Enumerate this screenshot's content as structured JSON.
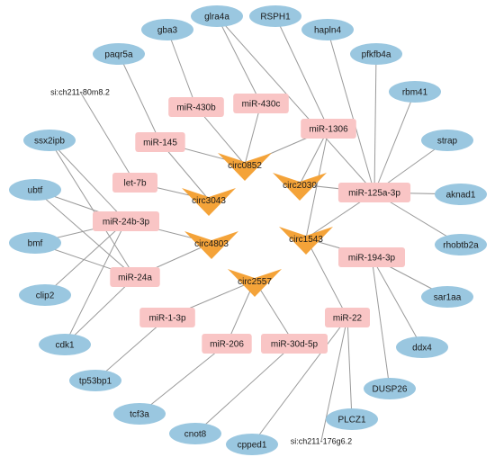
{
  "network": {
    "genes": [
      {
        "id": "glra4a",
        "label": "glra4a"
      },
      {
        "id": "RSPH1",
        "label": "RSPH1"
      },
      {
        "id": "gba3",
        "label": "gba3"
      },
      {
        "id": "hapln4",
        "label": "hapln4"
      },
      {
        "id": "paqr5a",
        "label": "paqr5a"
      },
      {
        "id": "pfkfb4a",
        "label": "pfkfb4a"
      },
      {
        "id": "sich211-80m8",
        "label": "si:ch211-80m8.2"
      },
      {
        "id": "rbm41",
        "label": "rbm41"
      },
      {
        "id": "ssx2ipb",
        "label": "ssx2ipb"
      },
      {
        "id": "strap",
        "label": "strap"
      },
      {
        "id": "ubtf",
        "label": "ubtf"
      },
      {
        "id": "aknad1",
        "label": "aknad1"
      },
      {
        "id": "bmf",
        "label": "bmf"
      },
      {
        "id": "rhobtb2a",
        "label": "rhobtb2a"
      },
      {
        "id": "clip2",
        "label": "clip2"
      },
      {
        "id": "sar1aa",
        "label": "sar1aa"
      },
      {
        "id": "cdk1",
        "label": "cdk1"
      },
      {
        "id": "ddx4",
        "label": "ddx4"
      },
      {
        "id": "tp53bp1",
        "label": "tp53bp1"
      },
      {
        "id": "DUSP26",
        "label": "DUSP26"
      },
      {
        "id": "tcf3a",
        "label": "tcf3a"
      },
      {
        "id": "PLCZ1",
        "label": "PLCZ1"
      },
      {
        "id": "cnot8",
        "label": "cnot8"
      },
      {
        "id": "cpped1",
        "label": "cpped1"
      },
      {
        "id": "sich211-176g6",
        "label": "si:ch211-176g6.2"
      }
    ],
    "mirnas": [
      {
        "id": "miR-430b",
        "label": "miR-430b"
      },
      {
        "id": "miR-430c",
        "label": "miR-430c"
      },
      {
        "id": "miR-1306",
        "label": "miR-1306"
      },
      {
        "id": "miR-145",
        "label": "miR-145"
      },
      {
        "id": "let-7b",
        "label": "let-7b"
      },
      {
        "id": "miR-125a-3p",
        "label": "miR-125a-3p"
      },
      {
        "id": "miR-24b-3p",
        "label": "miR-24b-3p"
      },
      {
        "id": "miR-194-3p",
        "label": "miR-194-3p"
      },
      {
        "id": "miR-24a",
        "label": "miR-24a"
      },
      {
        "id": "miR-1-3p",
        "label": "miR-1-3p"
      },
      {
        "id": "miR-22",
        "label": "miR-22"
      },
      {
        "id": "miR-206",
        "label": "miR-206"
      },
      {
        "id": "miR-30d-5p",
        "label": "miR-30d-5p"
      }
    ],
    "circrnas": [
      {
        "id": "circ0852",
        "label": "circ0852"
      },
      {
        "id": "circ2030",
        "label": "circ2030"
      },
      {
        "id": "circ3043",
        "label": "circ3043"
      },
      {
        "id": "circ1543",
        "label": "circ1543"
      },
      {
        "id": "circ4803",
        "label": "circ4803"
      },
      {
        "id": "circ2557",
        "label": "circ2557"
      }
    ],
    "edges": [
      [
        "gba3",
        "miR-430b"
      ],
      [
        "glra4a",
        "miR-430c"
      ],
      [
        "RSPH1",
        "miR-1306"
      ],
      [
        "paqr5a",
        "miR-145"
      ],
      [
        "sich211-80m8",
        "let-7b"
      ],
      [
        "hapln4",
        "miR-125a-3p"
      ],
      [
        "pfkfb4a",
        "miR-125a-3p"
      ],
      [
        "rbm41",
        "miR-125a-3p"
      ],
      [
        "strap",
        "miR-125a-3p"
      ],
      [
        "aknad1",
        "miR-125a-3p"
      ],
      [
        "rhobtb2a",
        "miR-125a-3p"
      ],
      [
        "glra4a",
        "miR-125a-3p"
      ],
      [
        "ssx2ipb",
        "miR-24b-3p"
      ],
      [
        "ubtf",
        "miR-24b-3p"
      ],
      [
        "bmf",
        "miR-24b-3p"
      ],
      [
        "clip2",
        "miR-24b-3p"
      ],
      [
        "cdk1",
        "miR-24b-3p"
      ],
      [
        "ssx2ipb",
        "miR-24a"
      ],
      [
        "ubtf",
        "miR-24a"
      ],
      [
        "bmf",
        "miR-24a"
      ],
      [
        "cdk1",
        "miR-24a"
      ],
      [
        "sar1aa",
        "miR-194-3p"
      ],
      [
        "ddx4",
        "miR-194-3p"
      ],
      [
        "DUSP26",
        "miR-194-3p"
      ],
      [
        "tp53bp1",
        "miR-1-3p"
      ],
      [
        "tcf3a",
        "miR-206"
      ],
      [
        "cnot8",
        "miR-30d-5p"
      ],
      [
        "PLCZ1",
        "miR-22"
      ],
      [
        "cpped1",
        "miR-22"
      ],
      [
        "sich211-176g6",
        "miR-22"
      ],
      [
        "miR-145",
        "circ0852"
      ],
      [
        "miR-430b",
        "circ0852"
      ],
      [
        "miR-430c",
        "circ0852"
      ],
      [
        "miR-1306",
        "circ0852"
      ],
      [
        "miR-145",
        "circ3043"
      ],
      [
        "let-7b",
        "circ3043"
      ],
      [
        "miR-1306",
        "circ2030"
      ],
      [
        "miR-125a-3p",
        "circ2030"
      ],
      [
        "miR-1306",
        "circ1543"
      ],
      [
        "miR-125a-3p",
        "circ1543"
      ],
      [
        "miR-194-3p",
        "circ1543"
      ],
      [
        "miR-22",
        "circ1543"
      ],
      [
        "miR-24b-3p",
        "circ4803"
      ],
      [
        "miR-24a",
        "circ4803"
      ],
      [
        "miR-1-3p",
        "circ2557"
      ],
      [
        "miR-206",
        "circ2557"
      ],
      [
        "miR-30d-5p",
        "circ2557"
      ]
    ]
  }
}
